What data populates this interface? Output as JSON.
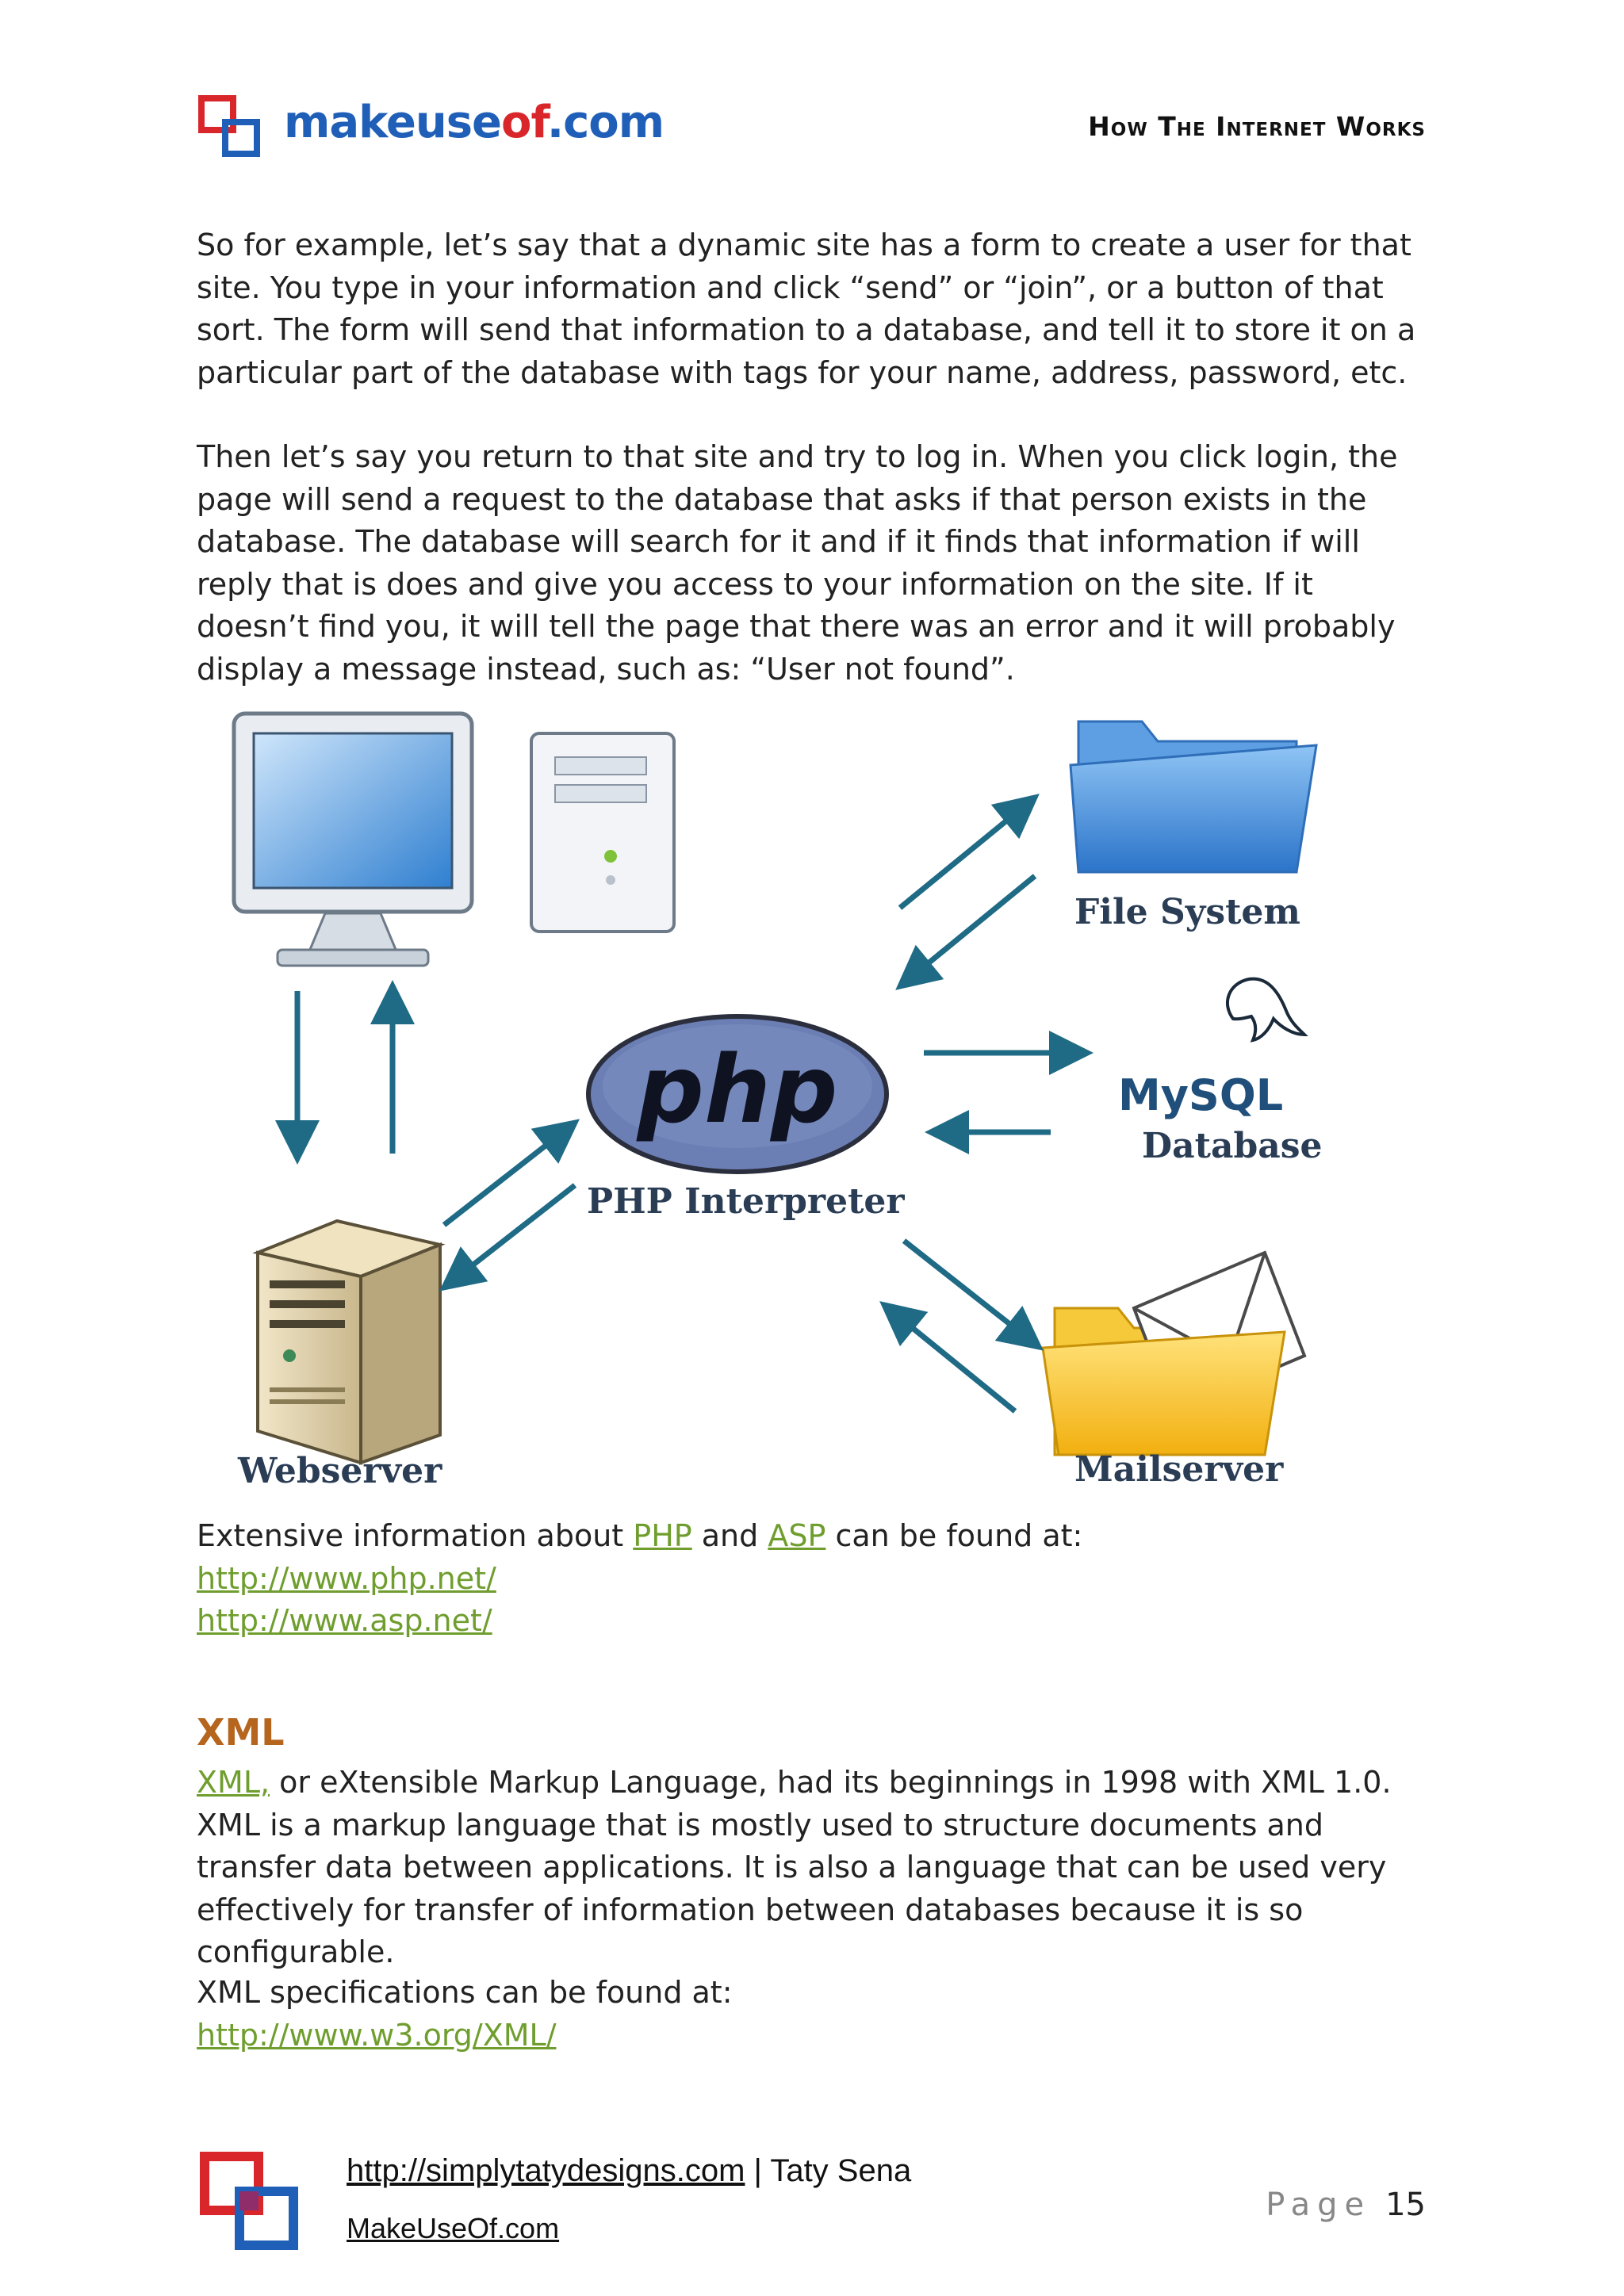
{
  "header": {
    "logo": {
      "part1": "makeuse",
      "part2": "of",
      "part3": ".com"
    },
    "title": "How The Internet Works"
  },
  "paragraphs": {
    "p1": "So for example, let’s say that a dynamic site has a form to create a user for that site. You type in your information and click “send” or “join”, or a button of that sort. The form will send that information to a database, and tell it to store it on a particular part of the database with tags for your name, address, password, etc.",
    "p2": "Then let’s say you return to that site and try to log in. When you click login, the page will send a request to the database that asks if that person exists in the database. The database will search for it and if it finds that information if will reply that is does and give you access to your information on the site. If it doesn’t find you, it will tell the page that there was an error and it will probably display a message instead, such as: “User not found”."
  },
  "diagram": {
    "php_logo_text": "php",
    "labels": {
      "php_interpreter": "PHP Interpreter",
      "file_system": "File System",
      "mysql_logo": "MySQL",
      "database": "Database",
      "webserver": "Webserver",
      "mailserver": "Mailserver"
    }
  },
  "links_section": {
    "intro_before": "Extensive information about ",
    "php_link": "PHP",
    "and": " and ",
    "asp_link": "ASP",
    "intro_after": " can be found at:",
    "url1": "http://www.php.net/",
    "url2": "http://www.asp.net/"
  },
  "xml_section": {
    "heading": "XML",
    "link": "XML,",
    "text": " or eXtensible Markup Language, had its beginnings in 1998 with XML 1.0. XML is a markup language that is mostly used to structure documents and transfer data between applications. It is also a language that can be used very effectively for transfer of information between databases because it is so configurable.",
    "spec_intro": "XML specifications can be found at:",
    "spec_url": "http://www.w3.org/XML/"
  },
  "footer": {
    "url": "http://simplytatydesigns.com",
    "author": " | Taty Sena",
    "muo": "MakeUseOf.com",
    "page_label": "Page",
    "page_number": "15"
  },
  "colors": {
    "link": "#6f9e2e",
    "heading": "#b5651d",
    "logo_blue": "#1f5fb8",
    "logo_red": "#d8262b",
    "arrow": "#1f6a85"
  }
}
